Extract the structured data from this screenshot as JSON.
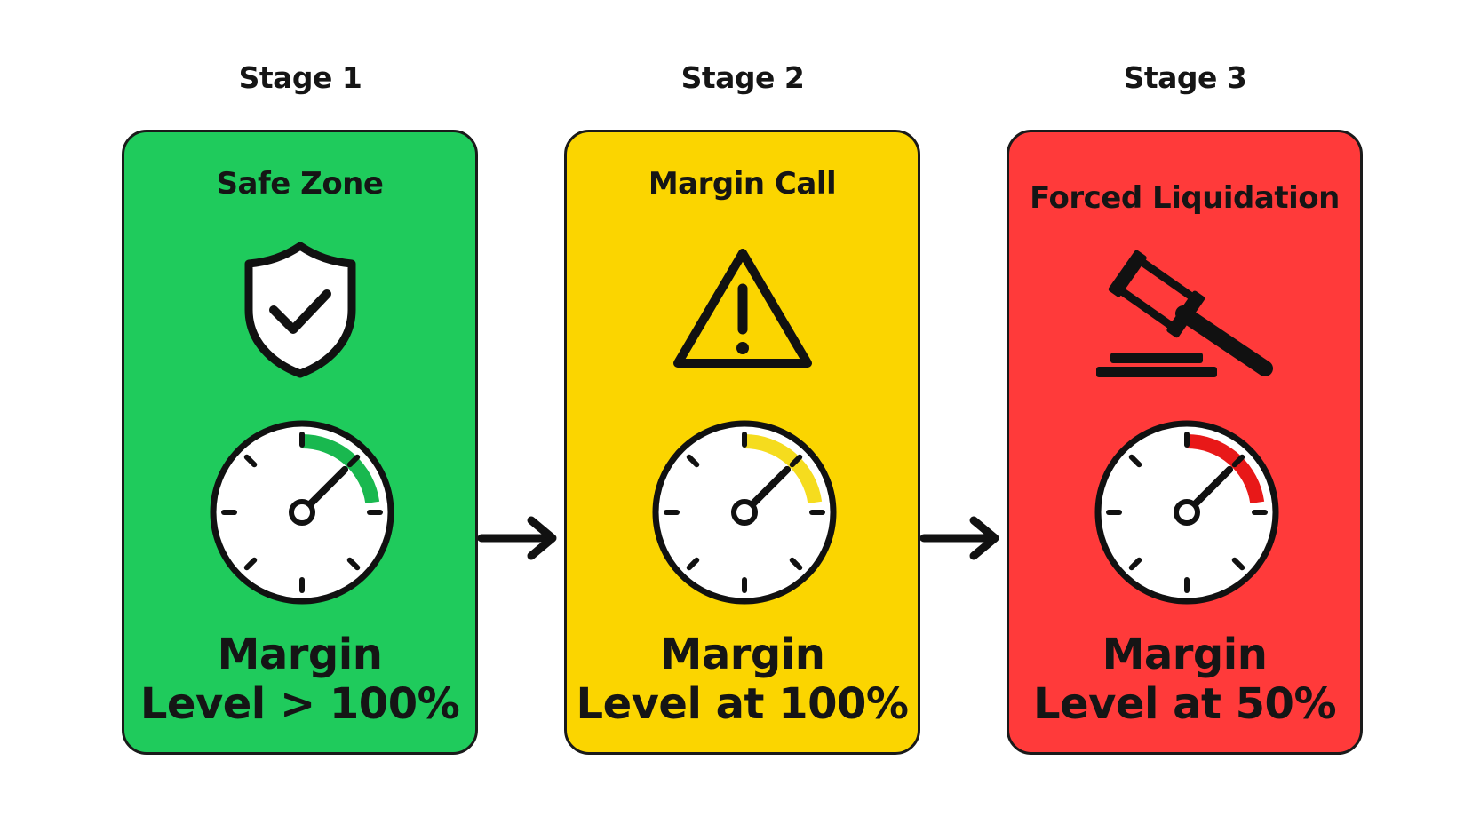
{
  "colors": {
    "safe": "#1fcb5c",
    "warning": "#fbd500",
    "danger": "#ff3a3a",
    "outline": "#1a1a1a",
    "dial_arc_safe": "#19b84f",
    "dial_arc_warning": "#f5dc1e",
    "dial_arc_danger": "#e81818"
  },
  "stages": [
    {
      "label": "Stage 1",
      "title": "Safe Zone",
      "icon": "shield-check-icon",
      "status_line1": "Margin",
      "status_line2": "Level > 100%"
    },
    {
      "label": "Stage 2",
      "title": "Margin Call",
      "icon": "warning-triangle-icon",
      "status_line1": "Margin",
      "status_line2": "Level at 100%"
    },
    {
      "label": "Stage 3",
      "title": "Forced Liquidation",
      "icon": "gavel-icon",
      "status_line1": "Margin",
      "status_line2": "Level at 50%"
    }
  ],
  "connectors": [
    {
      "icon": "arrow-right-icon"
    },
    {
      "icon": "arrow-right-icon"
    }
  ]
}
